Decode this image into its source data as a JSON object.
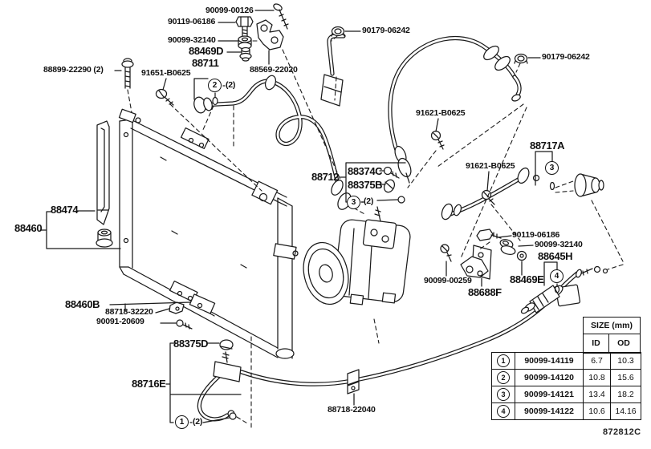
{
  "doc": {
    "footer_code": "872812C"
  },
  "colors": {
    "line": "#1b1b1b",
    "background": "#ffffff"
  },
  "labels": [
    {
      "text": "90099-00126"
    },
    {
      "text": "90119-06186"
    },
    {
      "text": "90099-32140"
    },
    {
      "text": "88469D"
    },
    {
      "text": "88711"
    },
    {
      "text": "88569-22020"
    },
    {
      "text": "90179-06242"
    },
    {
      "text": "90179-06242"
    },
    {
      "text": "88899-22290 (2)"
    },
    {
      "text": "91651-B0625"
    },
    {
      "text": "91621-B0625"
    },
    {
      "text": "91621-B0625"
    },
    {
      "text": "88717A"
    },
    {
      "text": "88712"
    },
    {
      "text": "88374C"
    },
    {
      "text": "88375B"
    },
    {
      "text": "88474"
    },
    {
      "text": "88460"
    },
    {
      "text": "90119-06186"
    },
    {
      "text": "90099-32140"
    },
    {
      "text": "88645H"
    },
    {
      "text": "88469E"
    },
    {
      "text": "90099-00259"
    },
    {
      "text": "88688F"
    },
    {
      "text": "88460B"
    },
    {
      "text": "88718-32220"
    },
    {
      "text": "90091-20609"
    },
    {
      "text": "88375D"
    },
    {
      "text": "88716E"
    },
    {
      "text": "88718-22040"
    },
    {
      "text": "(2)"
    },
    {
      "text": "(2)"
    },
    {
      "text": "(2)"
    }
  ],
  "callouts": [
    {
      "num": "2"
    },
    {
      "num": "3"
    },
    {
      "num": "3"
    },
    {
      "num": "4"
    },
    {
      "num": "1"
    }
  ],
  "table": {
    "header": "SIZE (mm)",
    "col_id": "ID",
    "col_od": "OD",
    "rows": [
      {
        "num": "1",
        "part": "90099-14119",
        "id": "6.7",
        "od": "10.3"
      },
      {
        "num": "2",
        "part": "90099-14120",
        "id": "10.8",
        "od": "15.6"
      },
      {
        "num": "3",
        "part": "90099-14121",
        "id": "13.4",
        "od": "18.2"
      },
      {
        "num": "4",
        "part": "90099-14122",
        "id": "10.6",
        "od": "14.16"
      }
    ]
  }
}
